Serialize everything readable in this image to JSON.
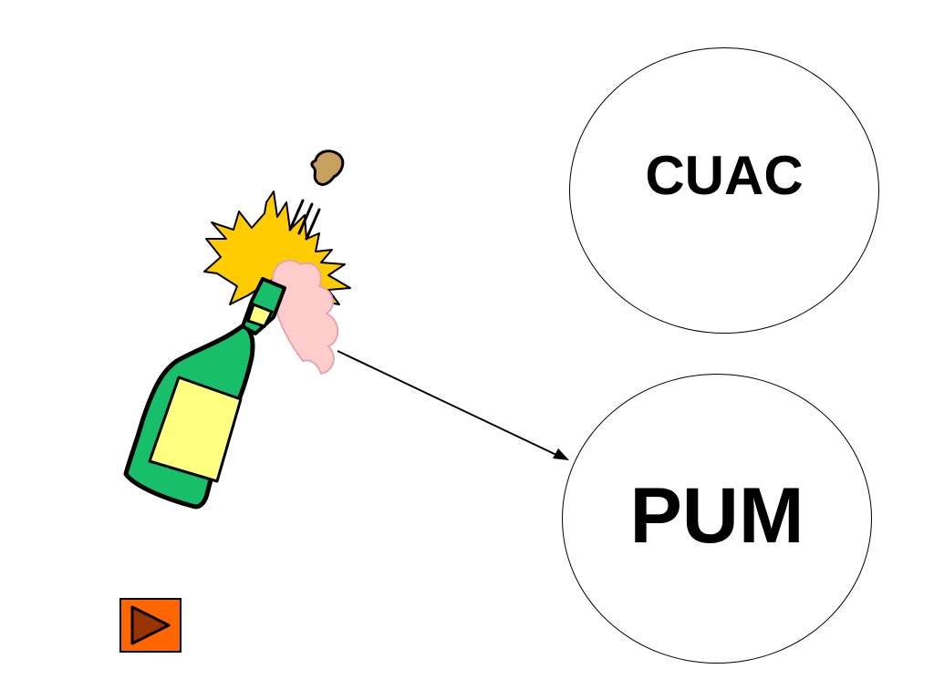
{
  "slide": {
    "background": "#ffffff"
  },
  "clipart": {
    "icon": "champagne-bottle-popping-icon",
    "colors": {
      "bottle": "#17bf6b",
      "label": "#ffff80",
      "burst": "#ffcc00",
      "foam": "#ffcccc",
      "cork": "#c8a060"
    }
  },
  "bubbles": [
    {
      "id": "cuac",
      "text": "CUAC"
    },
    {
      "id": "pum",
      "text": "PUM"
    }
  ],
  "connector": {
    "from": "champagne-foam",
    "to": "pum",
    "icon": "arrow-icon"
  },
  "navigation": {
    "next_button": {
      "icon": "play-triangle-icon",
      "background": "#ff6600",
      "glyph_color": "#993300"
    }
  }
}
